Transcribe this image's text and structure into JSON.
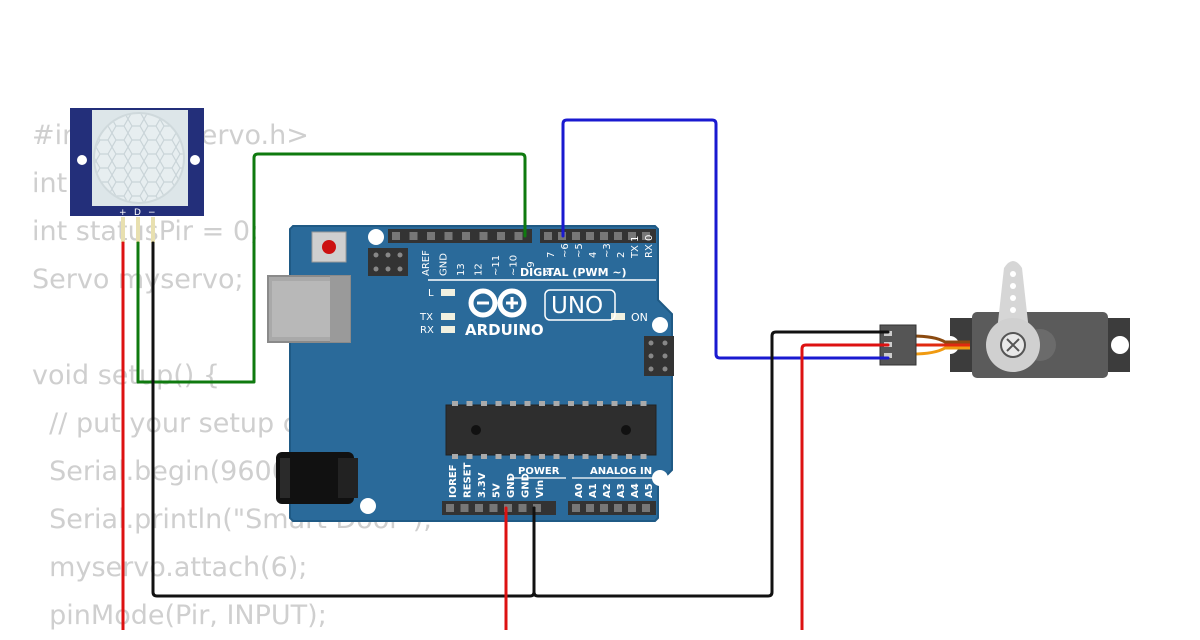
{
  "code_lines": [
    "#include <Servo.h>",
    "int Pir = 2;",
    "int statusPir = 0;",
    "Servo myservo;",
    "",
    "void setup() {",
    "  // put your setup code here",
    "  Serial.begin(9600);",
    "  Serial.println(\"Smart Door\");",
    "  myservo.attach(6);",
    "  pinMode(Pir, INPUT);"
  ],
  "pir_sensor": {
    "pins": [
      "+",
      "D",
      "−"
    ]
  },
  "arduino": {
    "brand": "ARDUINO",
    "model": "UNO",
    "on_label": "ON",
    "l_label": "L",
    "tx_label": "TX",
    "rx_label": "RX",
    "digital_header": "DIGITAL (PWM ~)",
    "digital_pins_left": [
      "AREF",
      "GND",
      "13",
      "12",
      "~11",
      "~10",
      "~9",
      "8"
    ],
    "digital_pins_right": [
      "7",
      "~6",
      "~5",
      "4",
      "~3",
      "2",
      "TX 1",
      "RX 0"
    ],
    "power_header": "POWER",
    "analog_header": "ANALOG IN",
    "power_pins": [
      "IOREF",
      "RESET",
      "3.3V",
      "5V",
      "GND",
      "GND",
      "Vin"
    ],
    "analog_pins": [
      "A0",
      "A1",
      "A2",
      "A3",
      "A4",
      "A5"
    ]
  },
  "wire_colors": {
    "power": "#dd1111",
    "ground": "#111111",
    "signal_pir": "#0f7a0f",
    "signal_servo": "#1a1ad0"
  },
  "colors": {
    "board": "#2a6a9a",
    "pir_frame": "#232f7a",
    "servo_body": "#5b5b5b"
  }
}
